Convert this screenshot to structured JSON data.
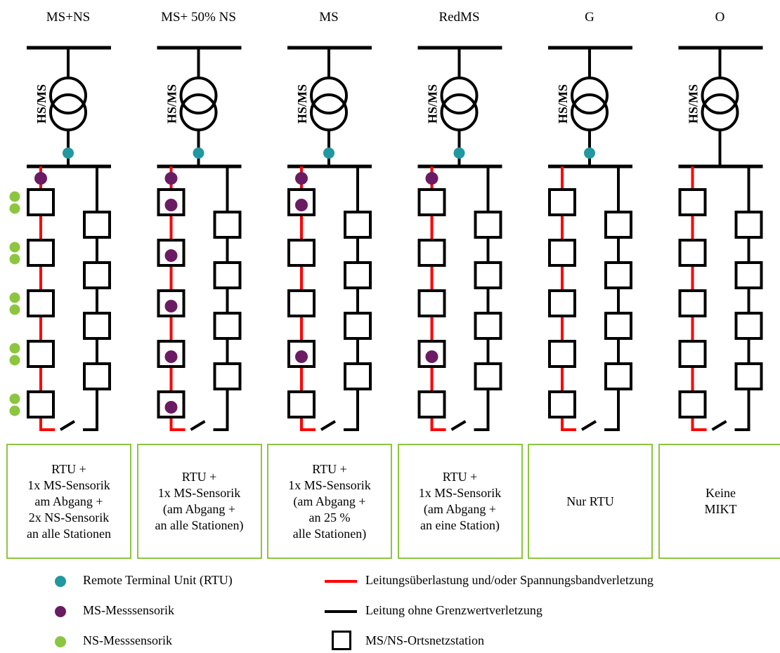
{
  "colors": {
    "rtu": "#21979f",
    "ms_sensor": "#6b1b63",
    "ns_sensor": "#8cc63f",
    "violation_line": "#ff0000",
    "normal_line": "#000000",
    "box_border": "#8cc63f"
  },
  "transformer_label": "HS/MS",
  "columns": [
    {
      "title": "MS+NS",
      "rtu": true,
      "feeder_ms_sensor": true,
      "station_ms_sensors": [],
      "ns_sensors": true,
      "left_feeder_violation": true,
      "description": [
        "RTU +",
        "1x MS-Sensorik",
        "am Abgang +",
        "2x NS-Sensorik",
        "an alle Stationen"
      ]
    },
    {
      "title": "MS+ 50% NS",
      "rtu": true,
      "feeder_ms_sensor": true,
      "station_ms_sensors": [
        1,
        2,
        3,
        4,
        5
      ],
      "ns_sensors": false,
      "left_feeder_violation": true,
      "description": [
        "RTU +",
        "1x MS-Sensorik",
        "(am Abgang +",
        "an alle Stationen)"
      ]
    },
    {
      "title": "MS",
      "rtu": true,
      "feeder_ms_sensor": true,
      "station_ms_sensors": [
        1,
        4
      ],
      "ns_sensors": false,
      "left_feeder_violation": true,
      "description": [
        "RTU +",
        "1x MS-Sensorik",
        "(am Abgang +",
        "an 25 %",
        "alle Stationen)"
      ]
    },
    {
      "title": "RedMS",
      "rtu": true,
      "feeder_ms_sensor": true,
      "station_ms_sensors": [
        4
      ],
      "ns_sensors": false,
      "left_feeder_violation": true,
      "description": [
        "RTU +",
        "1x MS-Sensorik",
        "(am Abgang +",
        "an eine Station)"
      ]
    },
    {
      "title": "G",
      "rtu": true,
      "feeder_ms_sensor": false,
      "station_ms_sensors": [],
      "ns_sensors": false,
      "left_feeder_violation": true,
      "description": [
        "Nur RTU"
      ]
    },
    {
      "title": "O",
      "rtu": false,
      "feeder_ms_sensor": false,
      "station_ms_sensors": [],
      "ns_sensors": false,
      "left_feeder_violation": true,
      "description": [
        "Keine",
        "MIKT"
      ]
    }
  ],
  "legend": {
    "rtu": "Remote Terminal Unit (RTU)",
    "ms_sensor": "MS-Messsensorik",
    "ns_sensor": "NS-Messsensorik",
    "violation_line": "Leitungsüberlastung und/oder Spannungsbandverletzung",
    "normal_line": "Leitung ohne Grenzwertverletzung",
    "station": "MS/NS-Ortsnetzstation"
  }
}
